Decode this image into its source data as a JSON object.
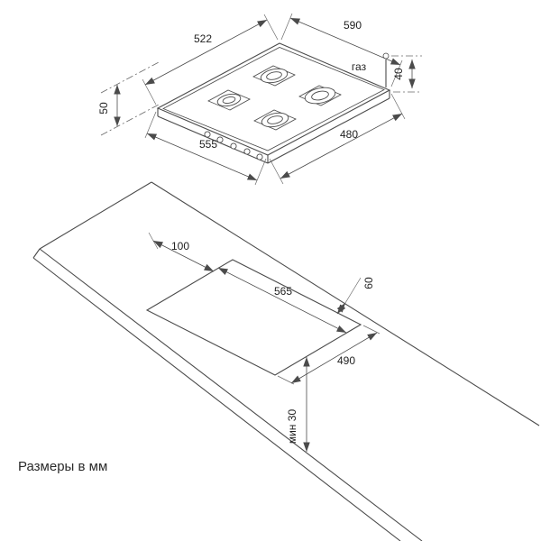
{
  "caption": "Размеры в мм",
  "colors": {
    "line": "#4b4b4b",
    "text": "#1f1f1f",
    "background": "#ffffff"
  },
  "hob_view": {
    "description": "gas-hob-isometric-view",
    "burner_count": 4,
    "knob_count": 5,
    "dims": {
      "back_width": "522",
      "overall_width": "590",
      "body_height": "50",
      "front_left": "555",
      "front_right": "480",
      "gas": "газ",
      "gas_height": "40"
    }
  },
  "cutout_view": {
    "description": "worktop-cutout-view",
    "dims": {
      "side_offset": "100",
      "back_clearance": "60",
      "cutout_width": "565",
      "cutout_depth": "490",
      "front_clearance": "мин 30"
    }
  }
}
